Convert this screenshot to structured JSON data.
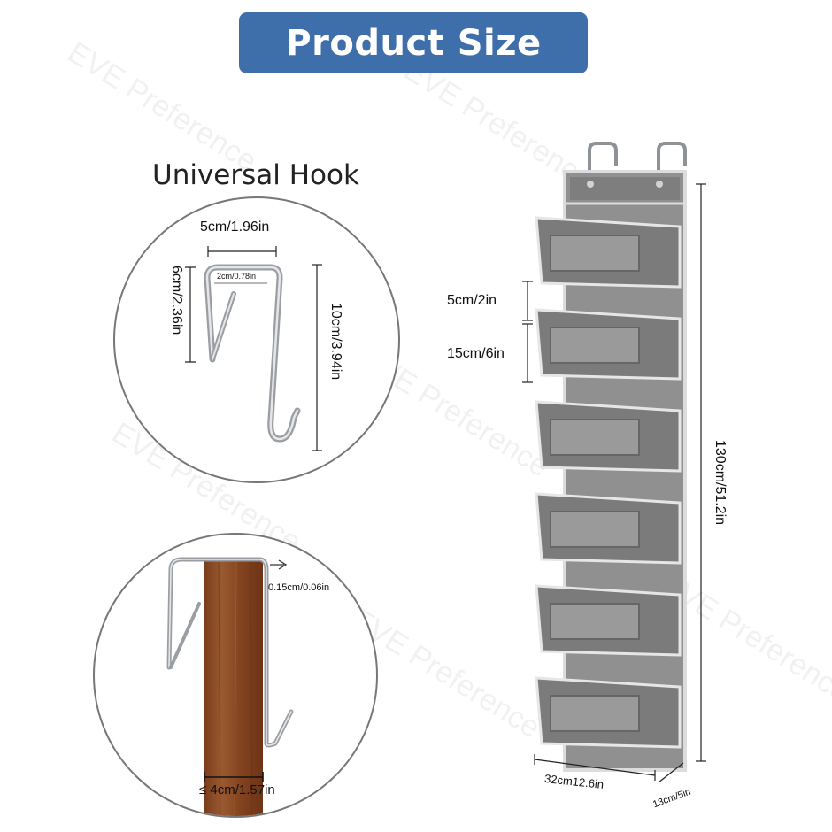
{
  "banner": {
    "title": "Product Size"
  },
  "hook": {
    "title": "Universal Hook",
    "width_label": "5cm/1.96in",
    "inner_label": "2cm/0.78in",
    "short_height_label": "6cm/2.36in",
    "long_height_label": "10cm/3.94in",
    "thickness_label": "0.15cm/0.06in",
    "door_label": "≤ 4cm/1.57in"
  },
  "organizer": {
    "gap_label": "5cm/2in",
    "pocket_label": "15cm/6in",
    "height_label": "130cm/51.2in",
    "width_label": "32cm12.6in",
    "depth_label": "13cm/5in",
    "pockets": 6
  },
  "watermark": {
    "text": "EVE Preference"
  },
  "colors": {
    "banner": "#3f6faa",
    "fabric": "#8f8f8f",
    "pocket": "#7b7b7b",
    "trim": "#e6e6e6",
    "wood": "#8a4a24"
  }
}
